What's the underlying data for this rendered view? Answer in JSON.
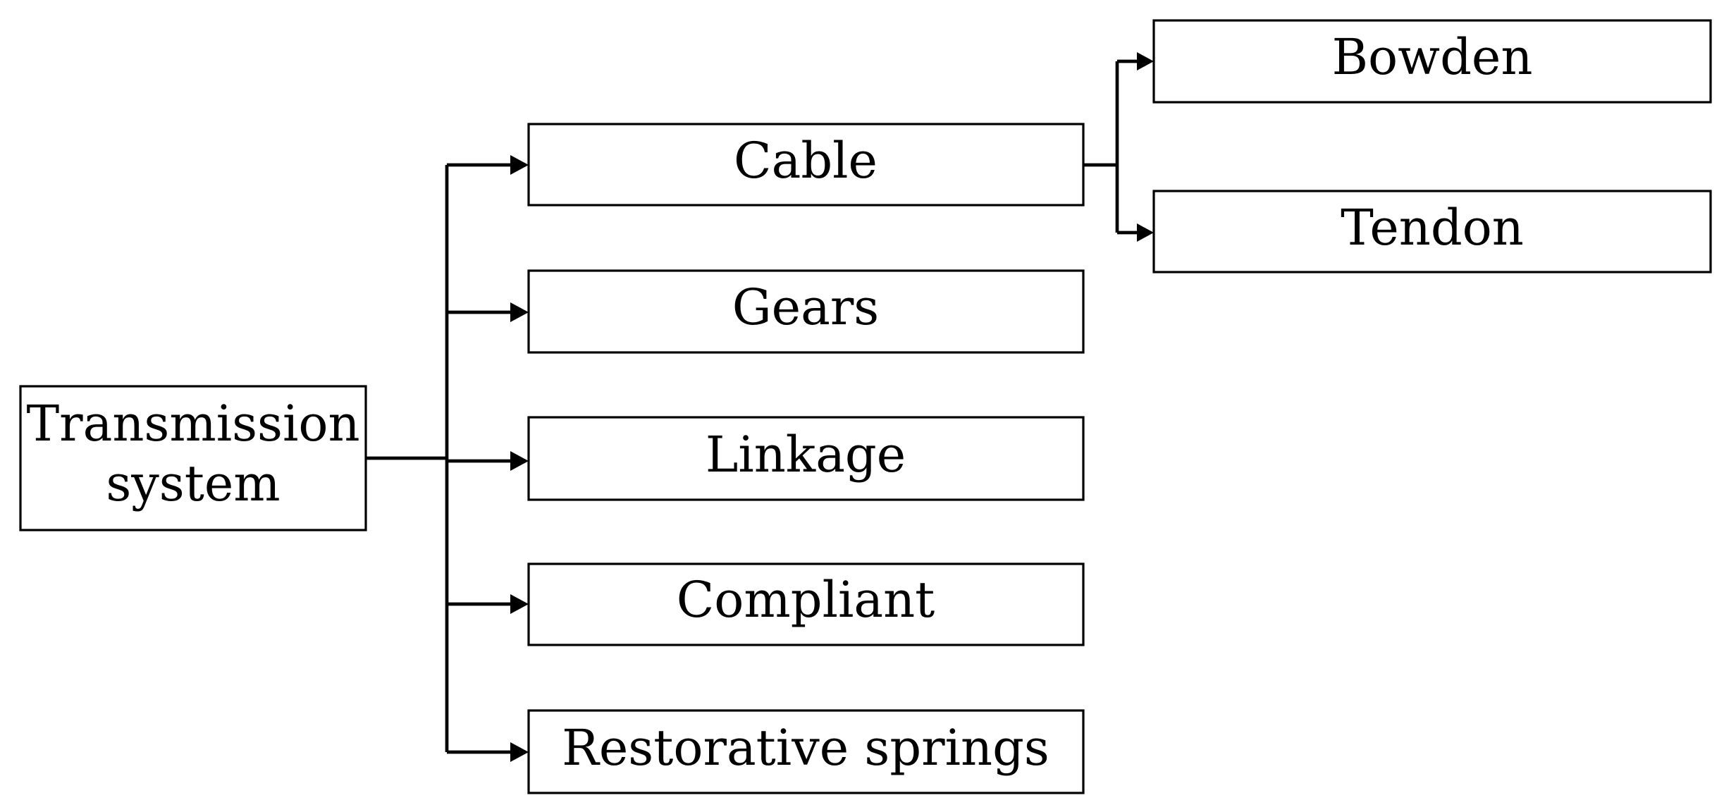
{
  "diagram": {
    "type": "tree",
    "root": {
      "id": "transmission",
      "label_lines": [
        "Transmission",
        "system"
      ]
    },
    "categories": [
      {
        "id": "cable",
        "label": "Cable",
        "children": [
          {
            "id": "bowden",
            "label": "Bowden"
          },
          {
            "id": "tendon",
            "label": "Tendon"
          }
        ]
      },
      {
        "id": "gears",
        "label": "Gears",
        "children": []
      },
      {
        "id": "linkage",
        "label": "Linkage",
        "children": []
      },
      {
        "id": "compliant",
        "label": "Compliant",
        "children": []
      },
      {
        "id": "springs",
        "label": "Restorative springs",
        "children": []
      }
    ],
    "colors": {
      "line": "#000000",
      "box_fill": "#ffffff",
      "text": "#000000"
    }
  }
}
